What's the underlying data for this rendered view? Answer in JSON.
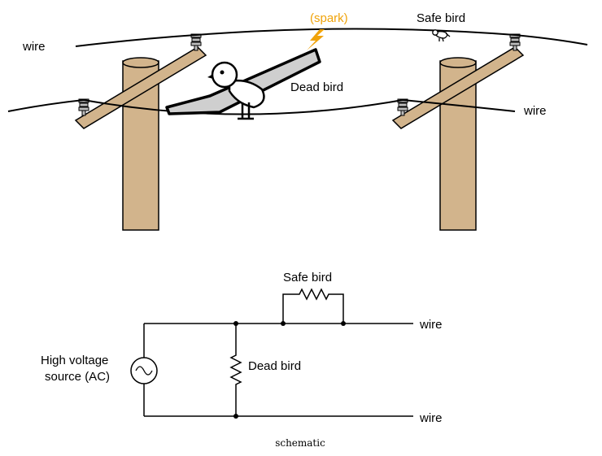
{
  "labels": {
    "wire_top": "wire",
    "wire_bottom": "wire",
    "spark": "(spark)",
    "safe_bird": "Safe bird",
    "dead_bird": "Dead bird"
  },
  "schematic": {
    "safe_bird": "Safe bird",
    "dead_bird": "Dead bird",
    "source_line1": "High voltage",
    "source_line2": "source (AC)",
    "wire_top": "wire",
    "wire_bottom": "wire"
  },
  "caption": "schematic",
  "colors": {
    "pole_fill": "#d2b48c",
    "pole_stroke": "#000000",
    "spark": "#f0a30a",
    "dead_bird_wing": "#cfcfcf",
    "wire": "#000000"
  },
  "icons": {
    "spark": "lightning-bolt-icon",
    "insulator": "insulator-icon",
    "ac_source": "ac-source-symbol",
    "resistor": "resistor-symbol"
  }
}
